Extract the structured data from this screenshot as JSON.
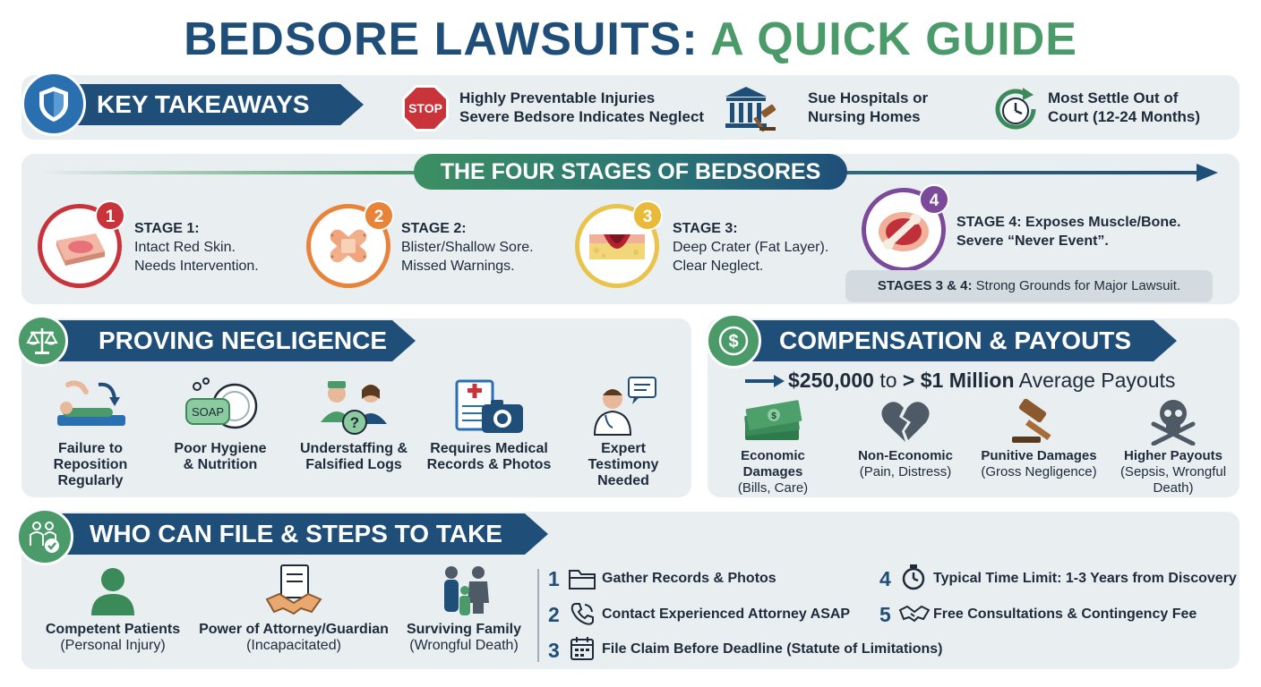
{
  "title": {
    "part1": "BEDSORE LAWSUITS:",
    "part2": "A QUICK GUIDE"
  },
  "colors": {
    "navy": "#1f4e79",
    "green": "#4a9a6a",
    "panel": "#e9eef1",
    "red": "#c8343a",
    "orange": "#e8833a",
    "yellow": "#e9c34a",
    "purple": "#7b4a9a"
  },
  "key_takeaways": {
    "heading": "KEY TAKEAWAYS",
    "items": [
      {
        "icon": "stop-sign-icon",
        "stop": "STOP",
        "line1": "Highly Preventable Injuries",
        "line2": "Severe Bedsore Indicates Neglect"
      },
      {
        "icon": "courthouse-gavel-icon",
        "line1": "Sue Hospitals or",
        "line2": "Nursing Homes"
      },
      {
        "icon": "clock-icon",
        "line1": "Most Settle Out of",
        "line2": "Court (12-24 Months)"
      }
    ]
  },
  "stages": {
    "heading": "THE FOUR STAGES OF BEDSORES",
    "items": [
      {
        "num": "1",
        "title": "STAGE 1:",
        "line1": "Intact Red Skin.",
        "line2": "Needs Intervention."
      },
      {
        "num": "2",
        "title": "STAGE 2:",
        "line1": "Blister/Shallow Sore.",
        "line2": "Missed Warnings."
      },
      {
        "num": "3",
        "title": "STAGE 3:",
        "line1": "Deep Crater (Fat Layer).",
        "line2": "Clear Neglect."
      },
      {
        "num": "4",
        "line1": "STAGE 4: Exposes Muscle/Bone.",
        "line2": "Severe “Never Event”."
      }
    ],
    "note_bold": "STAGES 3 & 4:",
    "note_rest": "Strong Grounds for Major Lawsuit."
  },
  "negligence": {
    "heading": "PROVING NEGLIGENCE",
    "items": [
      {
        "icon": "reposition-patient-icon",
        "lines": [
          "Failure to",
          "Reposition",
          "Regularly"
        ]
      },
      {
        "icon": "soap-icon",
        "soap": "SOAP",
        "lines": [
          "Poor Hygiene",
          "& Nutrition"
        ]
      },
      {
        "icon": "staff-question-icon",
        "lines": [
          "Understaffing &",
          "Falsified Logs"
        ]
      },
      {
        "icon": "records-camera-icon",
        "lines": [
          "Requires Medical",
          "Records & Photos"
        ]
      },
      {
        "icon": "doctor-icon",
        "lines": [
          "Expert",
          "Testimony",
          "Needed"
        ]
      }
    ]
  },
  "compensation": {
    "heading": "COMPENSATION & PAYOUTS",
    "amount1": "$250,000",
    "to": "to",
    "amount2": "> $1 Million",
    "suffix": "Average Payouts",
    "items": [
      {
        "icon": "cash-icon",
        "title1": "Economic",
        "title2": "Damages",
        "sub": "(Bills, Care)"
      },
      {
        "icon": "broken-heart-icon",
        "title1": "Non-Economic",
        "sub": "(Pain, Distress)"
      },
      {
        "icon": "gavel-icon",
        "title1": "Punitive Damages",
        "sub": "(Gross Negligence)"
      },
      {
        "icon": "skull-icon",
        "title1": "Higher Payouts",
        "sub": "(Sepsis, Wrongful",
        "sub2": "Death)"
      }
    ]
  },
  "who": {
    "heading": "WHO CAN FILE & STEPS TO TAKE",
    "filers": [
      {
        "icon": "person-icon",
        "title": "Competent Patients",
        "sub": "(Personal Injury)"
      },
      {
        "icon": "handshake-document-icon",
        "title": "Power of Attorney/Guardian",
        "sub": "(Incapacitated)"
      },
      {
        "icon": "family-icon",
        "title": "Surviving Family",
        "sub": "(Wrongful Death)"
      }
    ],
    "steps": [
      {
        "num": "1",
        "icon": "folder-icon",
        "text": "Gather Records & Photos"
      },
      {
        "num": "2",
        "icon": "phone-icon",
        "text": "Contact Experienced Attorney ASAP"
      },
      {
        "num": "3",
        "icon": "calendar-icon",
        "text": "File Claim Before Deadline (Statute of Limitations)"
      },
      {
        "num": "4",
        "icon": "stopwatch-icon",
        "text": "Typical Time Limit: 1-3 Years from Discovery"
      },
      {
        "num": "5",
        "icon": "handshake-icon",
        "text": "Free Consultations & Contingency Fee"
      }
    ]
  }
}
